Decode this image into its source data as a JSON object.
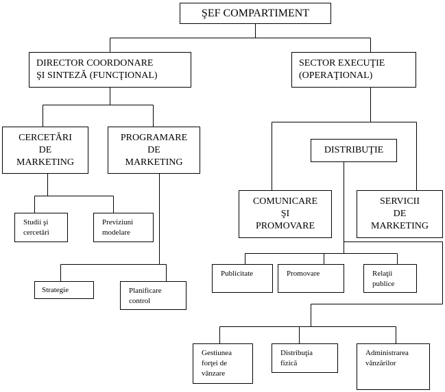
{
  "root": "ŞEF COMPARTIMENT",
  "director": "DIRECTOR COORDONARE\nŞI SINTEZĂ (FUNCŢIONAL)",
  "sector": "SECTOR EXECUŢIE\n(OPERAŢIONAL)",
  "cercetari": "CERCETĂRI\nDE\nMARKETING",
  "programare": "PROGRAMARE\nDE\nMARKETING",
  "studii": "Studii şi\ncercetări",
  "previziuni": "Previziuni\nmodelare",
  "strategie": "Strategie",
  "planificare": "Planificare\ncontrol",
  "distributie": "DISTRIBUŢIE",
  "comunicare": "COMUNICARE\nŞI\nPROMOVARE",
  "servicii": "SERVICII\nDE\nMARKETING",
  "publicitate": "Publicitate",
  "promovare": "Promovare",
  "relatii": "Relaţii\npublice",
  "gestiunea": "Gestiunea\nforţei de\nvânzare",
  "distributia_fizica": "Distribuţia\nfizică",
  "administrarea": "Administrarea\nvânzărilor"
}
